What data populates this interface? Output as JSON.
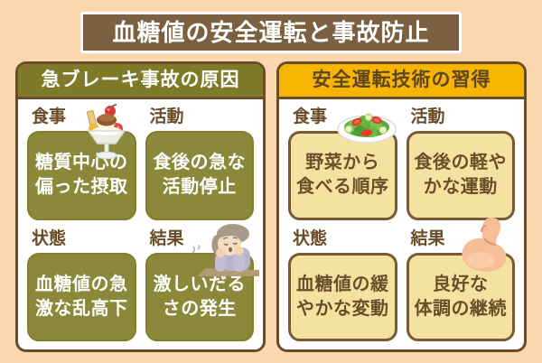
{
  "title": "血糖値の安全運転と事故防止",
  "colors": {
    "background": "#FAD7AF",
    "title_bg": "#7B6142",
    "panel_border": "#6B4C28",
    "left_header_bg": "#7E7A28",
    "left_box_bg": "#8C8839",
    "right_header_bg": "#F7B500",
    "right_box_bg": "#F4E2A0",
    "right_box_border": "#7A5A35",
    "label_text": "#6B4C28"
  },
  "left_panel": {
    "header": "急ブレーキ事故の原因",
    "items": [
      {
        "label": "食事",
        "icon": "parfait-icon",
        "text": "糖質中心の\n偏った摂取"
      },
      {
        "label": "活動",
        "icon": null,
        "text": "食後の急な\n活動停止"
      },
      {
        "label": "状態",
        "icon": null,
        "text": "血糖値の急\n激な乱高下"
      },
      {
        "label": "結果",
        "icon": "tired-woman-icon",
        "text": "激しいだる\nさの発生"
      }
    ]
  },
  "right_panel": {
    "header": "安全運転技術の習得",
    "items": [
      {
        "label": "食事",
        "icon": "salad-icon",
        "text": "野菜から\n食べる順序"
      },
      {
        "label": "活動",
        "icon": null,
        "text": "食後の軽や\nかな運動"
      },
      {
        "label": "状態",
        "icon": null,
        "text": "血糖値の緩\nやかな変動"
      },
      {
        "label": "結果",
        "icon": "bicep-icon",
        "text": "良好な\n体調の継続"
      }
    ]
  }
}
